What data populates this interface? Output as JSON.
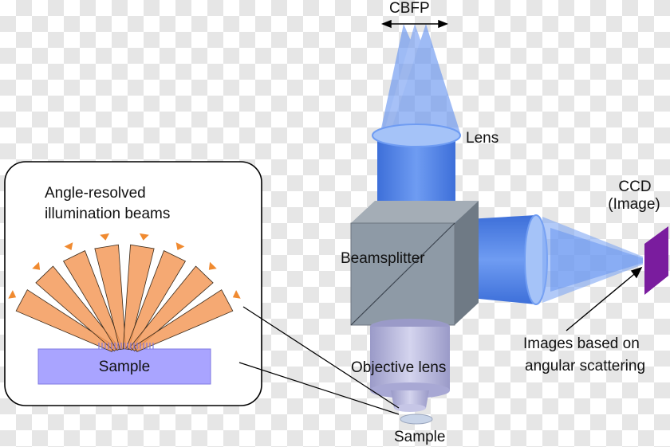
{
  "labels": {
    "cbfp": "CBFP",
    "lens": "Lens",
    "ccd_line1": "CCD",
    "ccd_line2": "(Image)",
    "inset_title_line1": "Angle-resolved",
    "inset_title_line2": "illumination  beams",
    "inset_sample": "Sample",
    "beamsplitter": "Beamsplitter",
    "objective_lens": "Objective lens",
    "images_line1": "Images  based  on",
    "images_line2": "angular scattering",
    "sample_bottom": "Sample"
  },
  "colors": {
    "blue_body": "#4f7ee6",
    "blue_light": "#8fb3f5",
    "beamsplitter": "#8e9aa6",
    "objective": "#b8b8d8",
    "orange": "#f39a5a",
    "orange_arrow": "#f08a30",
    "sample_fill": "#a9a4ff",
    "ccd": "#7a1c9e"
  }
}
